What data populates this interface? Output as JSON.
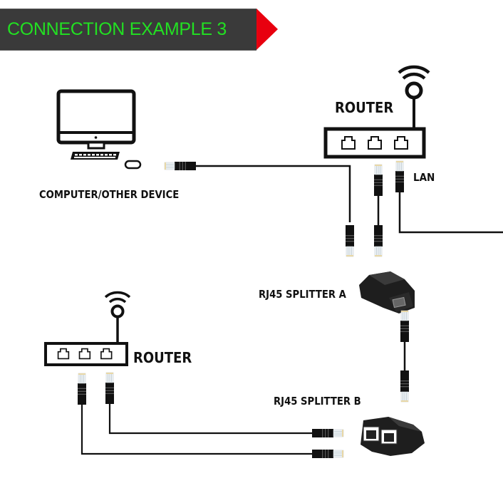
{
  "banner": {
    "title": "CONNECTION EXAMPLE 3",
    "text_color": "#22e022",
    "background_color": "#3a3a3a",
    "arrow_color": "#e8000f"
  },
  "devices": {
    "computer": {
      "label": "COMPUTER/OTHER DEVICE",
      "icon": "desktop-computer-icon"
    },
    "router_top": {
      "label": "ROUTER",
      "icon": "wifi-router-icon",
      "ports": 3
    },
    "router_bottom": {
      "label": "ROUTER",
      "icon": "wifi-router-icon",
      "ports": 3
    },
    "splitter_a": {
      "label": "RJ45 SPLITTER A",
      "icon": "rj45-splitter-single-icon"
    },
    "splitter_b": {
      "label": "RJ45 SPLITTER B",
      "icon": "rj45-splitter-dual-icon"
    }
  },
  "connections": {
    "lan_label": "LAN",
    "links": [
      {
        "from": "COMPUTER/OTHER DEVICE",
        "to": "RJ45 SPLITTER A"
      },
      {
        "from": "ROUTER",
        "to": "RJ45 SPLITTER A"
      },
      {
        "from": "ROUTER",
        "to": "LAN"
      },
      {
        "from": "RJ45 SPLITTER A",
        "to": "RJ45 SPLITTER B"
      },
      {
        "from": "RJ45 SPLITTER B",
        "to": "ROUTER"
      },
      {
        "from": "RJ45 SPLITTER B",
        "to": "ROUTER"
      }
    ]
  }
}
